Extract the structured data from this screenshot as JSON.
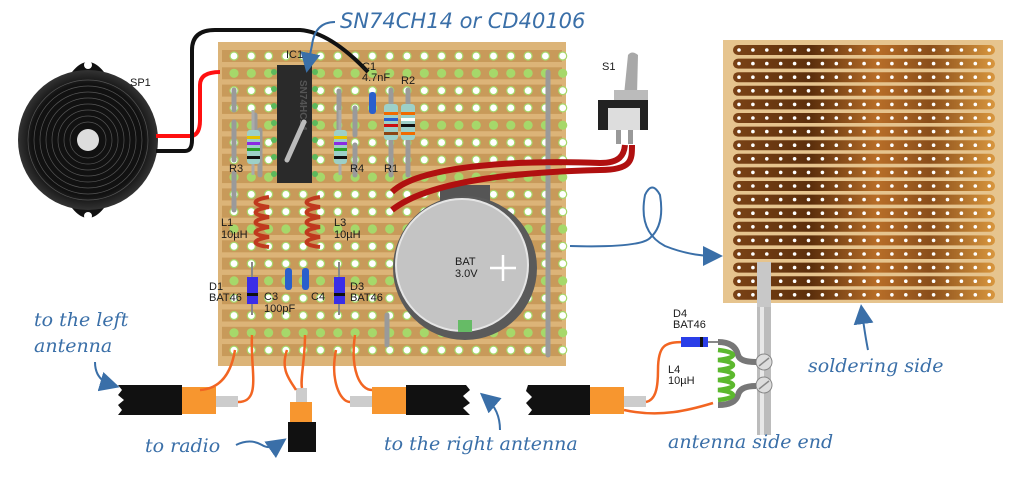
{
  "diagram": {
    "title_annotation": "SN74CH14 or CD40106",
    "components": {
      "speaker": {
        "ref": "SP1"
      },
      "ic": {
        "ref": "IC1",
        "marking": "SN74HC14"
      },
      "c1": {
        "ref": "C1",
        "value": "4.7nF"
      },
      "r1": {
        "ref": "R1"
      },
      "r2": {
        "ref": "R2"
      },
      "r3": {
        "ref": "R3"
      },
      "r4": {
        "ref": "R4"
      },
      "l1": {
        "ref": "L1",
        "value": "10µH"
      },
      "l3": {
        "ref": "L3",
        "value": "10µH"
      },
      "d1": {
        "ref": "D1",
        "value": "BAT46"
      },
      "d3": {
        "ref": "D3",
        "value": "BAT46"
      },
      "c3": {
        "ref": "C3",
        "value": "100pF"
      },
      "c4": {
        "ref": "C4"
      },
      "battery": {
        "ref": "BAT",
        "value": "3.0V"
      },
      "switch": {
        "ref": "S1"
      },
      "d4": {
        "ref": "D4",
        "value": "BAT46"
      },
      "l4": {
        "ref": "L4",
        "value": "10µH"
      }
    },
    "annotations": {
      "left_antenna_line1": "to the left",
      "left_antenna_line2": "antenna",
      "to_radio": "to radio",
      "right_antenna": "to the right antenna",
      "antenna_side_end": "antenna side end",
      "soldering_side": "soldering side"
    },
    "colors": {
      "board": "#dcb478",
      "strip": "#c89a5a",
      "copper_dark": "#6b3a12",
      "copper_light": "#d08a3a",
      "annotation": "#3a6fa8",
      "coax_orange": "#f7962f",
      "wire_red": "#d01010",
      "coil_red": "#c0391e",
      "coil_green": "#5cb82e",
      "diode_blue": "#3a2ee8"
    }
  }
}
